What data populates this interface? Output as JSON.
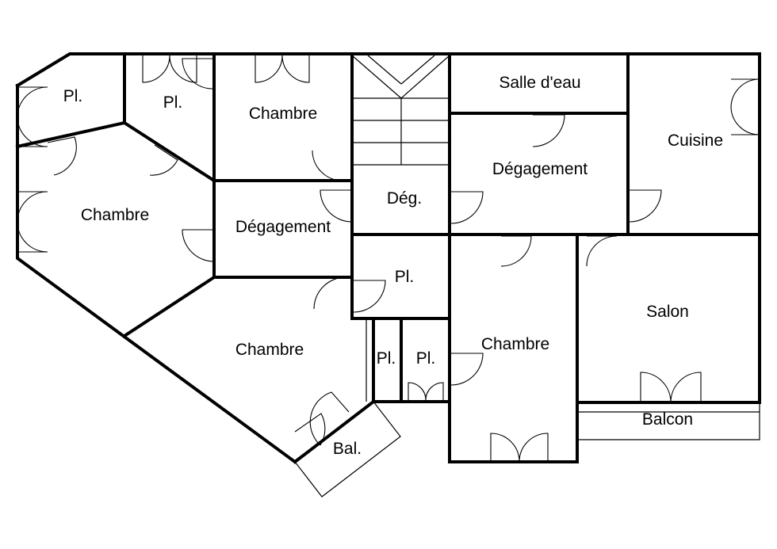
{
  "rooms": {
    "pl_top_left": "Pl.",
    "pl_top": "Pl.",
    "chambre_top": "Chambre",
    "salle_deau": "Salle d'eau",
    "cuisine": "Cuisine",
    "chambre_left": "Chambre",
    "degagement_center": "Dégagement",
    "deg_small": "Dég.",
    "degagement_right": "Dégagement",
    "pl_center": "Pl.",
    "chambre_bottom": "Chambre",
    "pl_small_a": "Pl.",
    "pl_small_b": "Pl.",
    "chambre_right": "Chambre",
    "salon": "Salon",
    "balcon": "Balcon",
    "bal": "Bal."
  }
}
